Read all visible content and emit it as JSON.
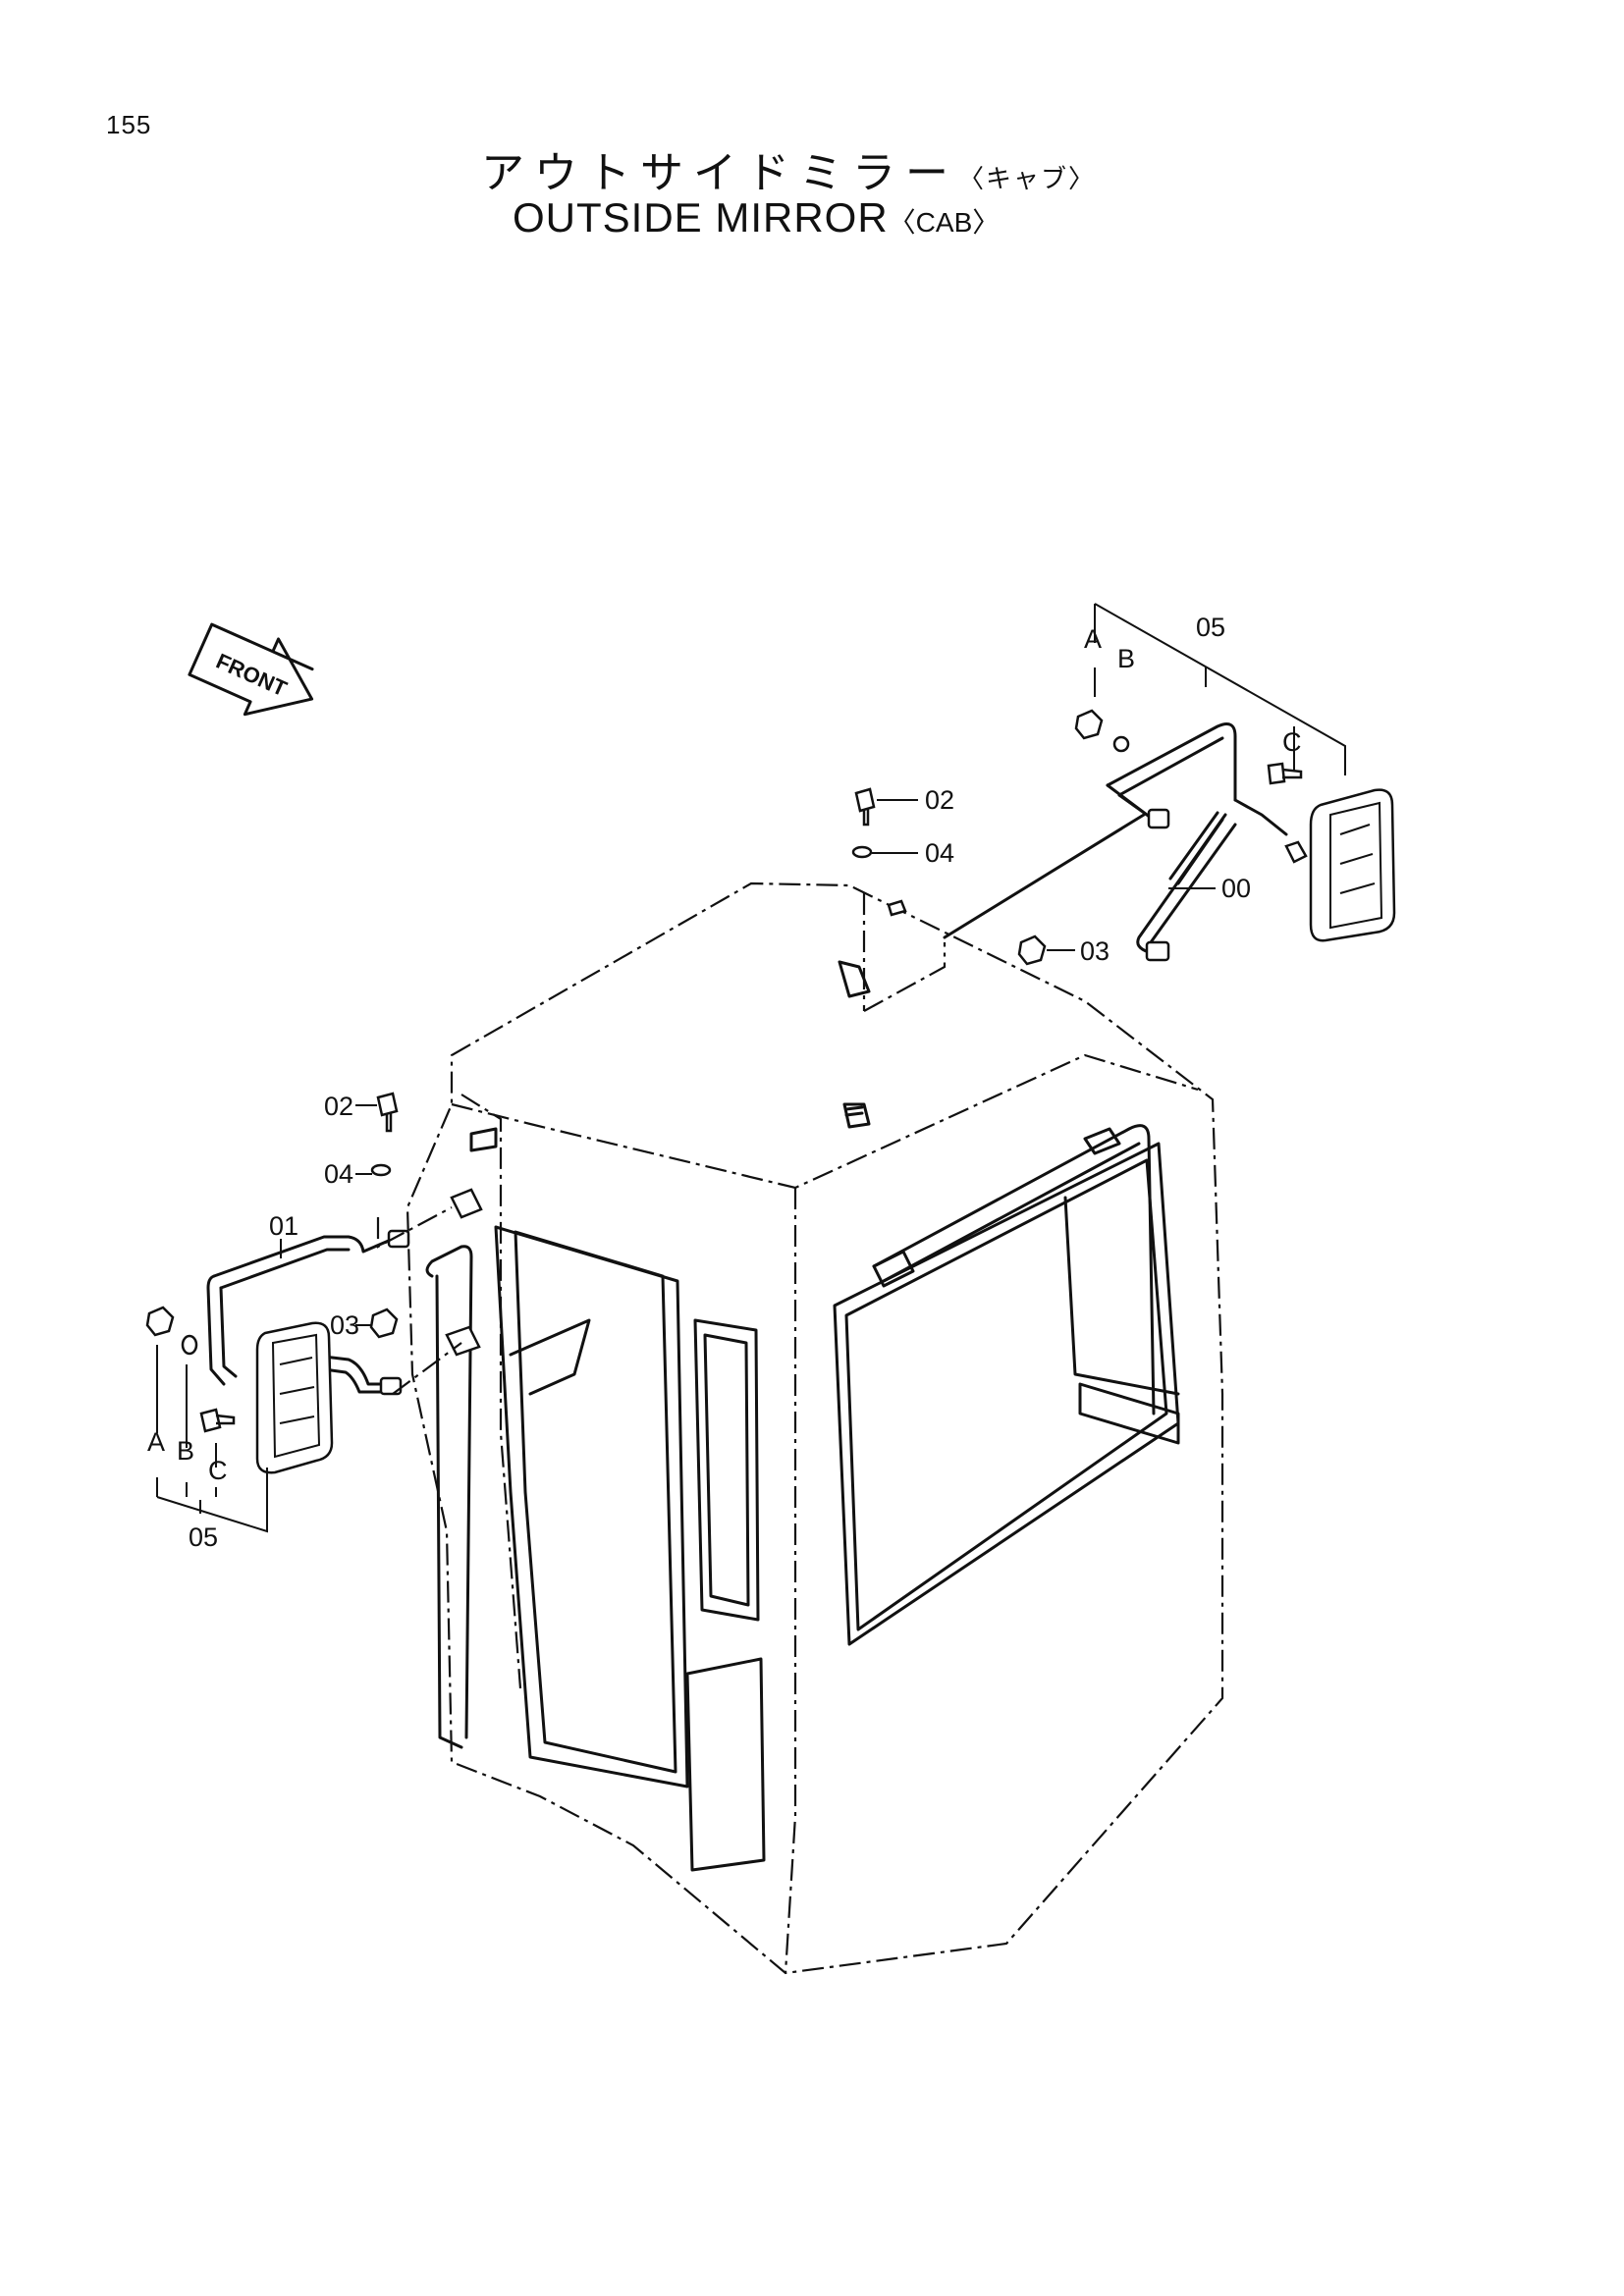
{
  "page_number": "155",
  "title": {
    "jp": "アウトサイドミラー",
    "jp_suffix": "〈キャブ〉",
    "en": "OUTSIDE MIRROR",
    "en_suffix": "〈CAB〉"
  },
  "front_label": "FRONT",
  "callouts": {
    "right_assembly": "05",
    "right_a": "A",
    "right_b": "B",
    "right_c": "C",
    "right_bolt": "02",
    "right_washer": "04",
    "right_stay": "00",
    "right_nut": "03",
    "left_bolt": "02",
    "left_washer": "04",
    "left_stay": "01",
    "left_nut": "03",
    "left_a": "A",
    "left_b": "B",
    "left_c": "C",
    "left_assembly": "05"
  }
}
